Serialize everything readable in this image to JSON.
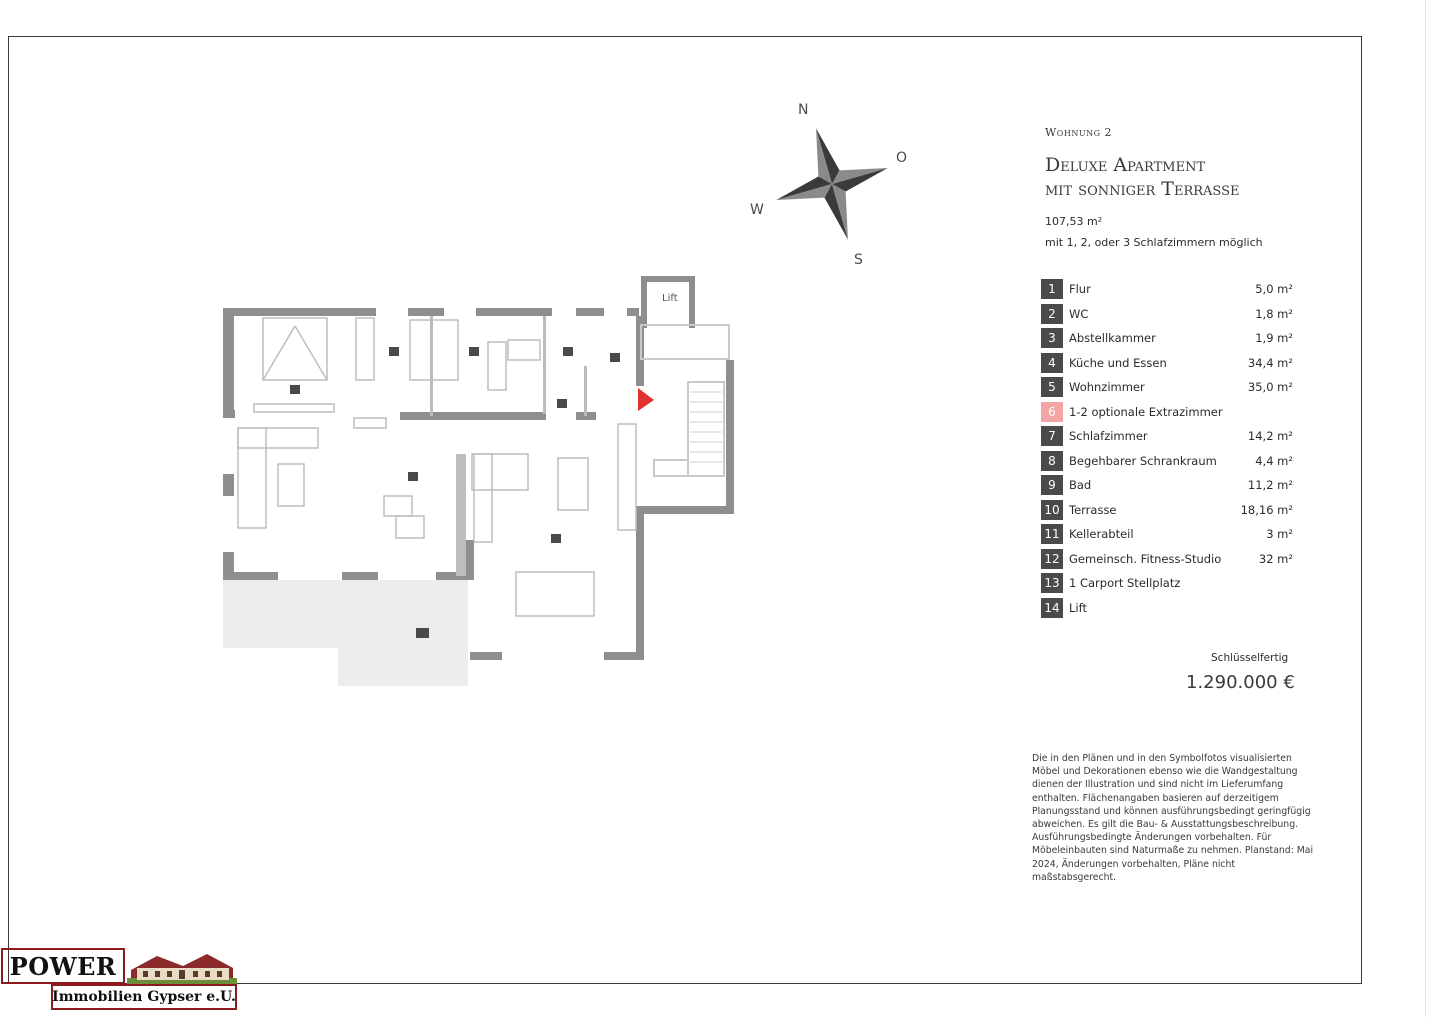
{
  "apartment": {
    "number": "Wohnung 2",
    "title_line1": "Deluxe Apartment",
    "title_line2": "mit sonniger Terrasse",
    "area": "107,53 m²",
    "bedrooms_note": "mit 1, 2, oder 3 Schlafzimmern möglich"
  },
  "compass": {
    "north": "N",
    "east": "O",
    "south": "S",
    "west": "W"
  },
  "plan_labels": {
    "lift": "Lift"
  },
  "rooms": [
    {
      "num": "1",
      "name": "Flur",
      "size": "5,0 m²"
    },
    {
      "num": "2",
      "name": "WC",
      "size": "1,8 m²"
    },
    {
      "num": "3",
      "name": "Abstellkammer",
      "size": "1,9 m²"
    },
    {
      "num": "4",
      "name": "Küche und Essen",
      "size": "34,4 m²"
    },
    {
      "num": "5",
      "name": "Wohnzimmer",
      "size": "35,0 m²"
    },
    {
      "num": "6",
      "name": "1-2 optionale Extrazimmer",
      "size": "",
      "optional": true
    },
    {
      "num": "7",
      "name": "Schlafzimmer",
      "size": "14,2 m²"
    },
    {
      "num": "8",
      "name": "Begehbarer Schrankraum",
      "size": "4,4 m²"
    },
    {
      "num": "9",
      "name": "Bad",
      "size": "11,2 m²"
    },
    {
      "num": "10",
      "name": "Terrasse",
      "size": "18,16 m²"
    },
    {
      "num": "11",
      "name": "Kellerabteil",
      "size": "3 m²"
    },
    {
      "num": "12",
      "name": "Gemeinsch. Fitness-Studio",
      "size": "32 m²"
    },
    {
      "num": "13",
      "name": "1 Carport Stellplatz",
      "size": ""
    },
    {
      "num": "14",
      "name": "Lift",
      "size": ""
    }
  ],
  "price": {
    "label": "Schlüsselfertig",
    "value": "1.290.000 €"
  },
  "disclaimer": "Die in den Plänen und in den Symbolfotos visualisierten Möbel und Dekorationen ebenso wie die Wandgestaltung dienen der Illustration und sind nicht im Lieferumfang enthalten. Flächenangaben basieren auf derzeitigem Planungsstand und können ausführungsbedingt geringfügig abweichen. Es gilt die Bau- & Ausstattungsbeschreibung. Ausführungsbedingte Änderungen vorbehalten. Für Möbeleinbauten sind Naturmaße zu nehmen. Planstand: Mai 2024, Änderungen vorbehalten, Pläne nicht maßstabsgerecht.",
  "logo": {
    "brand": "POWER",
    "company": "Immobilien Gypser e.U."
  },
  "colors": {
    "wall": "#8a8a8a",
    "label_box": "#4a4a4a",
    "optional_room": "#f2a5a5",
    "entrance_marker": "#e03030",
    "logo_border": "#8a1c1c"
  }
}
